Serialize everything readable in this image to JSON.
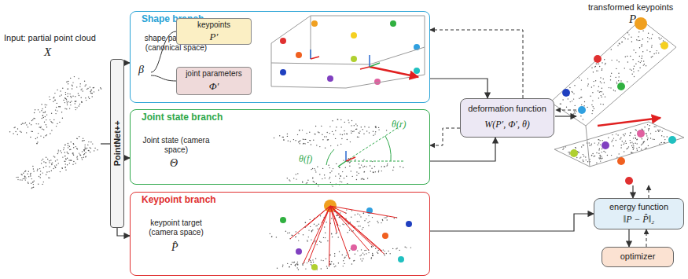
{
  "diagram": {
    "nodes": [
      {
        "text": [
          "PointNet++"
        ]
      },
      {
        "text": [
          "Shape branch",
          "shape parameters (canonical space)",
          "β"
        ]
      },
      {
        "text": [
          "keypoints",
          "P′"
        ],
        "in": 1
      },
      {
        "text": [
          "joint parameters",
          "Φ′"
        ],
        "in": 1
      },
      {
        "text": [
          "Joint state branch",
          "Joint state (camera space)",
          "Θ"
        ]
      },
      {
        "text": [
          "Keypoint branch",
          "keypoint target (camera space)",
          "P̂"
        ]
      },
      {
        "text": [
          "deformation function",
          "W(P′, Φ′, θ)"
        ]
      },
      {
        "text": [
          "energy function",
          "‖P − P̂‖₂"
        ]
      },
      {
        "text": [
          "optimizer"
        ]
      }
    ],
    "edges": [
      {
        "from": 0,
        "to": 1,
        "arrow": "to"
      },
      {
        "from": 0,
        "to": 4,
        "arrow": "to"
      },
      {
        "from": 0,
        "to": 5,
        "arrow": "to"
      },
      {
        "from": 1,
        "to": 6,
        "arrow": "to"
      },
      {
        "from": 6,
        "to": 1,
        "arrow": "to"
      },
      {
        "from": 4,
        "to": 6,
        "arrow": "to"
      },
      {
        "from": 6,
        "to": 4,
        "arrow": "to"
      },
      {
        "from": 5,
        "to": 7,
        "arrow": "to"
      },
      {
        "from": 7,
        "to": 8,
        "arrow": "to"
      },
      {
        "from": 8,
        "to": 7,
        "arrow": "to"
      }
    ],
    "labels": [
      "Input: partial point cloud",
      "X",
      "transformed keypoints",
      "P",
      "θ(r)",
      "θ(f)"
    ]
  }
}
